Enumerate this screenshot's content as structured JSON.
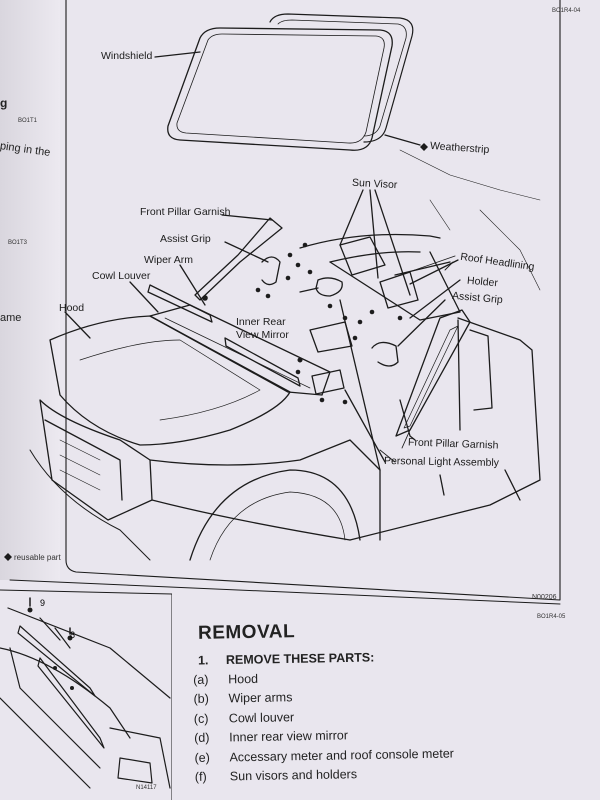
{
  "header": {
    "ref_code": "BO1R4-04"
  },
  "left_margin": {
    "fragment_1": "g",
    "fragment_2": "ping in the",
    "fragment_3": "ame",
    "small_1": "BO1T1",
    "small_2": "BO1T3"
  },
  "labels": {
    "windshield": "Windshield",
    "weatherstrip": "Weatherstrip",
    "sun_visor": "Sun Visor",
    "front_pillar_garnish_top": "Front Pillar Garnish",
    "assist_grip_left": "Assist Grip",
    "wiper_arm": "Wiper Arm",
    "cowl_louver": "Cowl Louver",
    "hood": "Hood",
    "inner_rear_view_mirror_1": "Inner Rear",
    "inner_rear_view_mirror_2": "View Mirror",
    "roof_headlining_1": "Roof Headlining",
    "holder": "Holder",
    "assist_grip_right": "Assist Grip",
    "front_pillar_garnish_bottom": "Front Pillar Garnish",
    "personal_light_assembly": "Personal Light Assembly",
    "nonreusable": "reusable part",
    "figure_code": "N00206",
    "thumb_code": "N14117",
    "removal_code": "BO1R4-05"
  },
  "removal": {
    "title": "REMOVAL",
    "step_number": "1.",
    "step_text": "REMOVE THESE PARTS:",
    "items": [
      {
        "letter": "(a)",
        "text": "Hood"
      },
      {
        "letter": "(b)",
        "text": "Wiper arms"
      },
      {
        "letter": "(c)",
        "text": "Cowl louver"
      },
      {
        "letter": "(d)",
        "text": "Inner rear view mirror"
      },
      {
        "letter": "(e)",
        "text": "Accessary meter and roof console meter"
      },
      {
        "letter": "(f)",
        "text": "Sun visors and holders"
      }
    ]
  },
  "colors": {
    "ink": "#1c1c1c",
    "paper": "#e9e6ee"
  }
}
